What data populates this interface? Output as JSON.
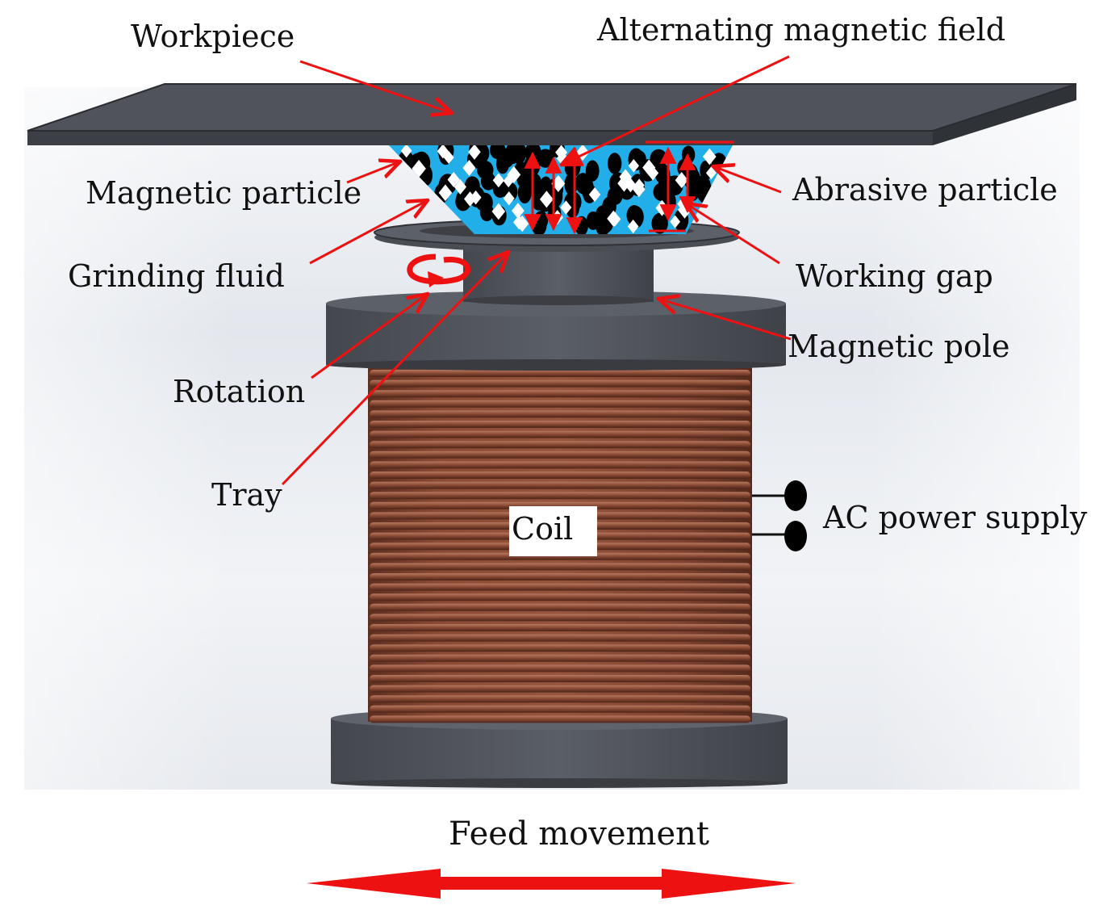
{
  "labels": {
    "workpiece": "Workpiece",
    "alternating_field": "Alternating magnetic field",
    "magnetic_particle": "Magnetic particle",
    "abrasive_particle": "Abrasive particle",
    "grinding_fluid": "Grinding fluid",
    "working_gap": "Working gap",
    "magnetic_pole": "Magnetic pole",
    "rotation": "Rotation",
    "tray": "Tray",
    "coil": "Coil",
    "ac_power": "AC power supply",
    "feed_movement": "Feed movement"
  },
  "colors": {
    "annotation_red": "#ee1111",
    "steel_dark": "#4d5057",
    "steel_mid": "#60646c",
    "copper": "#8a4a33",
    "copper_light": "#b67860",
    "fluid_blue": "#22aee8",
    "magnetic_particle": "#000000",
    "abrasive_particle": "#ffffff",
    "background_grey": "#e7eaf0"
  }
}
